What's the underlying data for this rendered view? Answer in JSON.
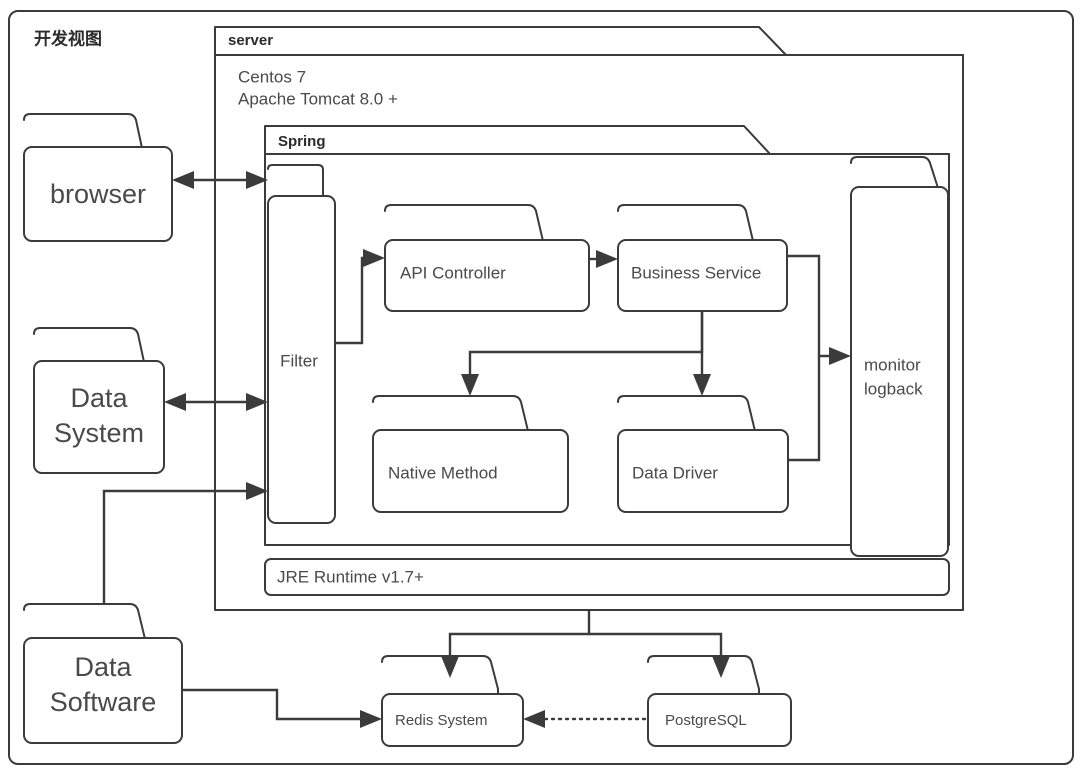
{
  "diagram": {
    "title": "开发视图",
    "outer_frame_name": "development-view-frame"
  },
  "packages": {
    "server": {
      "label": "server",
      "body_lines": [
        "Centos 7",
        "Apache Tomcat 8.0 +"
      ]
    },
    "spring": {
      "label": "Spring"
    }
  },
  "nodes": {
    "browser": {
      "label": "browser"
    },
    "data_system": {
      "line1": "Data",
      "line2": "System"
    },
    "data_software": {
      "line1": "Data",
      "line2": "Software"
    },
    "filter": {
      "label": "Filter"
    },
    "api_controller": {
      "label": "API Controller"
    },
    "business_service": {
      "label": "Business Service"
    },
    "native_method": {
      "label": "Native Method"
    },
    "data_driver": {
      "label": "Data Driver"
    },
    "monitor": {
      "line1": "monitor",
      "line2": "logback"
    },
    "jre": {
      "label": "JRE Runtime v1.7+"
    },
    "redis": {
      "label": "Redis System"
    },
    "postgres": {
      "label": "PostgreSQL"
    }
  },
  "colors": {
    "stroke": "#3b3b3b",
    "text": "#4a4a4a",
    "heading": "#2b2b2b",
    "background": "#ffffff"
  },
  "connections": [
    {
      "name": "browser-to-filter",
      "style": "solid",
      "arrows": "both"
    },
    {
      "name": "data-system-to-filter",
      "style": "solid",
      "arrows": "both"
    },
    {
      "name": "data-software-to-filter",
      "style": "solid",
      "arrows": "end"
    },
    {
      "name": "filter-to-api-controller",
      "style": "solid",
      "arrows": "end"
    },
    {
      "name": "api-controller-to-business-service",
      "style": "solid",
      "arrows": "end"
    },
    {
      "name": "business-service-to-native-method",
      "style": "solid",
      "arrows": "end"
    },
    {
      "name": "business-service-to-data-driver",
      "style": "solid",
      "arrows": "end"
    },
    {
      "name": "business-service-to-monitor",
      "style": "solid",
      "arrows": "end"
    },
    {
      "name": "data-driver-to-monitor",
      "style": "solid",
      "arrows": "end"
    },
    {
      "name": "data-software-to-redis",
      "style": "solid",
      "arrows": "end"
    },
    {
      "name": "server-to-redis",
      "style": "solid",
      "arrows": "end"
    },
    {
      "name": "server-to-postgresql",
      "style": "solid",
      "arrows": "end"
    },
    {
      "name": "postgresql-to-redis",
      "style": "dotted",
      "arrows": "end"
    }
  ]
}
